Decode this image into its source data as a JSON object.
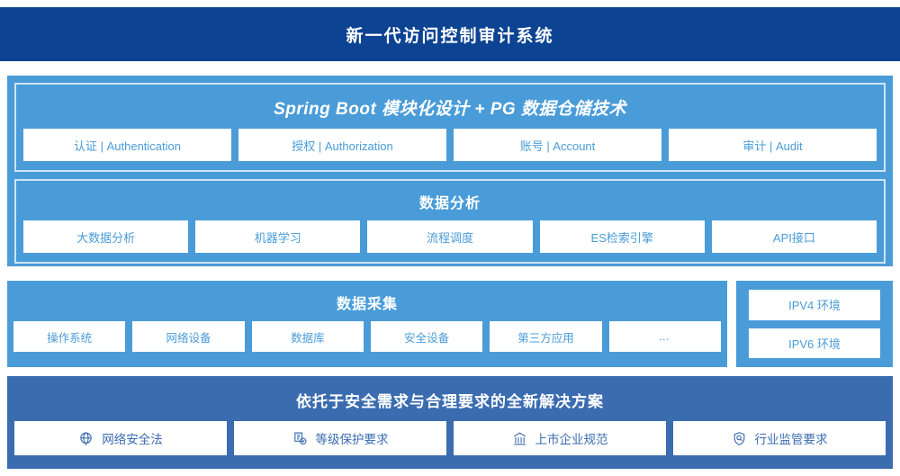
{
  "header": {
    "title": "新一代访问控制审计系统"
  },
  "colors": {
    "header_bg": "#0c4392",
    "panel_blue": "#4a9cd8",
    "bottom_bg": "#3b6cb0",
    "card_bg": "#ffffff",
    "card_text": "#4a9cd8",
    "bottom_card_text": "#3b6cb0",
    "inner_border": "#cfe4f5"
  },
  "springboot": {
    "title": "Spring Boot 模块化设计 + PG 数据仓储技术",
    "cards": [
      {
        "label": "认证 | Authentication"
      },
      {
        "label": "授权 | Authorization"
      },
      {
        "label": "账号 | Account"
      },
      {
        "label": "审计 | Audit"
      }
    ]
  },
  "analysis": {
    "title": "数据分析",
    "cards": [
      {
        "label": "大数据分析"
      },
      {
        "label": "机器学习"
      },
      {
        "label": "流程调度"
      },
      {
        "label": "ES检索引擎"
      },
      {
        "label": "API接口"
      }
    ]
  },
  "collection": {
    "title": "数据采集",
    "cards": [
      {
        "label": "操作系统"
      },
      {
        "label": "网络设备"
      },
      {
        "label": "数据库"
      },
      {
        "label": "安全设备"
      },
      {
        "label": "第三方应用"
      },
      {
        "label": "…"
      }
    ]
  },
  "environment": {
    "cards": [
      {
        "label": "IPV4 环境"
      },
      {
        "label": "IPV6 环境"
      }
    ]
  },
  "compliance": {
    "title": "依托于安全需求与合理要求的全新解决方案",
    "cards": [
      {
        "label": "网络安全法",
        "icon": "globe-icon"
      },
      {
        "label": "等级保护要求",
        "icon": "document-check-icon"
      },
      {
        "label": "上市企业规范",
        "icon": "bank-icon"
      },
      {
        "label": "行业监管要求",
        "icon": "shield-search-icon"
      }
    ]
  }
}
